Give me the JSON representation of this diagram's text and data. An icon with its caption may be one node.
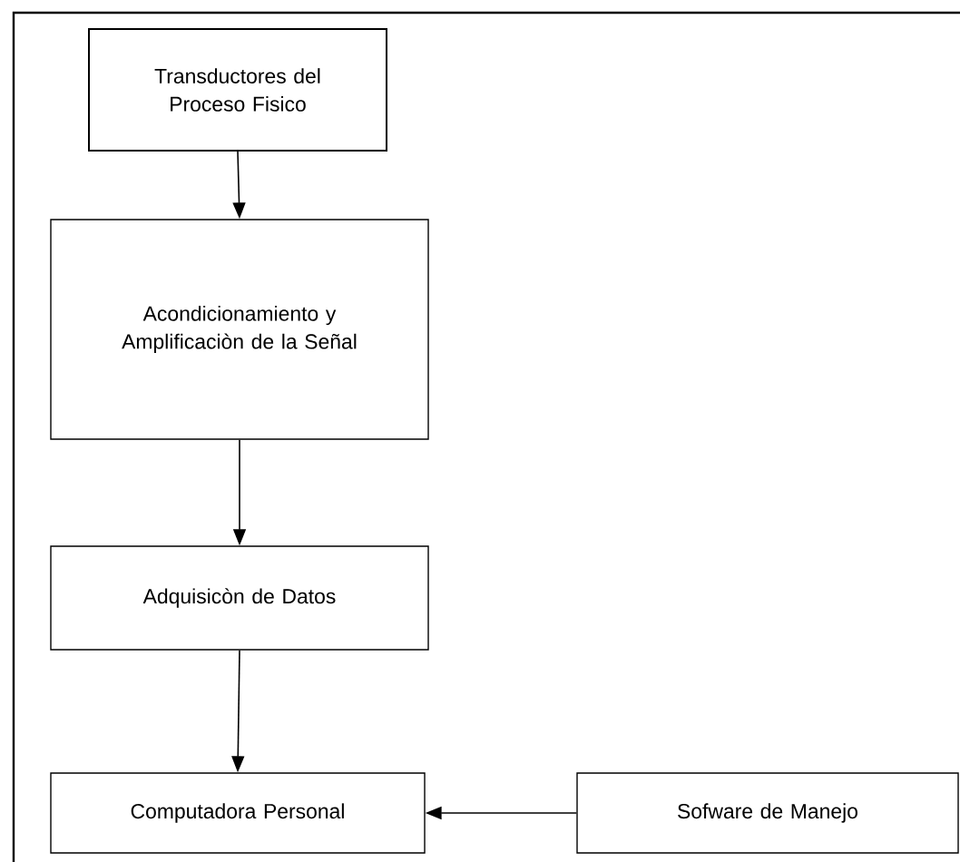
{
  "diagram": {
    "nodes": [
      {
        "text": [
          "Transductores del Proceso Fisico"
        ]
      },
      {
        "text": [
          "Acondicionamiento y Amplificaciòn de la Señal"
        ]
      },
      {
        "text": [
          "Adquisicòn de Datos"
        ]
      },
      {
        "text": [
          "Computadora Personal"
        ]
      },
      {
        "text": [
          "Sofware de Manejo"
        ]
      }
    ],
    "edges": [
      {
        "from": 0,
        "to": 1,
        "arrow": "to"
      },
      {
        "from": 1,
        "to": 2,
        "arrow": "to"
      },
      {
        "from": 2,
        "to": 3,
        "arrow": "to"
      },
      {
        "from": 4,
        "to": 3,
        "arrow": "to"
      }
    ]
  }
}
